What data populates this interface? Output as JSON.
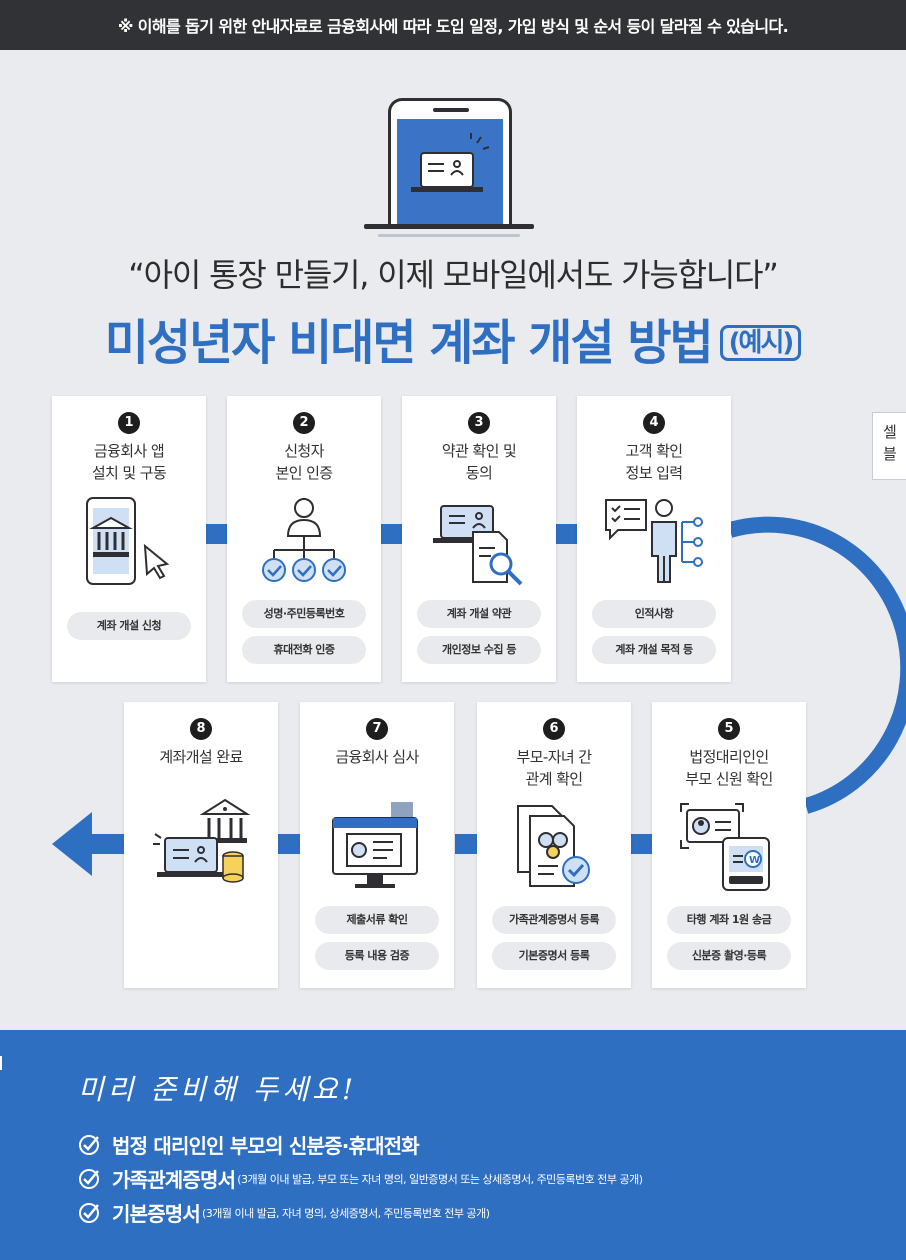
{
  "notice": "※ 이해를 돕기 위한 안내자료로 금융회사에 따라 도입 일정, 가입 방식 및 순서 등이 달라질 수 있습니다.",
  "subtitle": "“아이 통장 만들기, 이제 모바일에서도 가능합니다”",
  "title": "미성년자 비대면 계좌 개설 방법",
  "title_tag": "(예시)",
  "side_tab": "셀\n블",
  "accent_color": "#2f6fc2",
  "steps": [
    {
      "num": "1",
      "title": "금융회사 앱\n설치 및 구동",
      "icon": "mobile-bank-icon",
      "pills": [
        "계좌 개설 신청"
      ]
    },
    {
      "num": "2",
      "title": "신청자\n본인 인증",
      "icon": "identity-verify-icon",
      "pills": [
        "성명·주민등록번호",
        "휴대전화 인증"
      ]
    },
    {
      "num": "3",
      "title": "약관 확인 및\n동의",
      "icon": "terms-review-icon",
      "pills": [
        "계좌 개설 약관",
        "개인정보 수집 등"
      ]
    },
    {
      "num": "4",
      "title": "고객 확인\n정보 입력",
      "icon": "customer-info-icon",
      "pills": [
        "인적사항",
        "계좌 개설 목적 등"
      ]
    },
    {
      "num": "5",
      "title": "법정대리인인\n부모 신원 확인",
      "icon": "parent-id-icon",
      "pills": [
        "타행 계좌 1원 송금",
        "신분증 촬영·등록"
      ]
    },
    {
      "num": "6",
      "title": "부모-자녀 간\n관계 확인",
      "icon": "family-relation-icon",
      "pills": [
        "가족관계증명서 등록",
        "기본증명서 등록"
      ]
    },
    {
      "num": "7",
      "title": "금융회사 심사",
      "icon": "review-monitor-icon",
      "pills": [
        "제출서류 확인",
        "등록 내용 검증"
      ]
    },
    {
      "num": "8",
      "title": "계좌개설 완료",
      "icon": "account-complete-icon",
      "pills": []
    }
  ],
  "prepare": {
    "heading": "미리 준비해 두세요!",
    "items": [
      {
        "main": "법정 대리인인 부모의 신분증·휴대전화",
        "note": ""
      },
      {
        "main": "가족관계증명서",
        "note": "(3개월 이내 발급, 부모 또는 자녀 명의, 일반증명서 또는 상세증명서, 주민등록번호 전부 공개)"
      },
      {
        "main": "기본증명서",
        "note": "(3개월 이내 발급, 자녀 명의, 상세증명서, 주민등록번호 전부 공개)"
      }
    ]
  }
}
